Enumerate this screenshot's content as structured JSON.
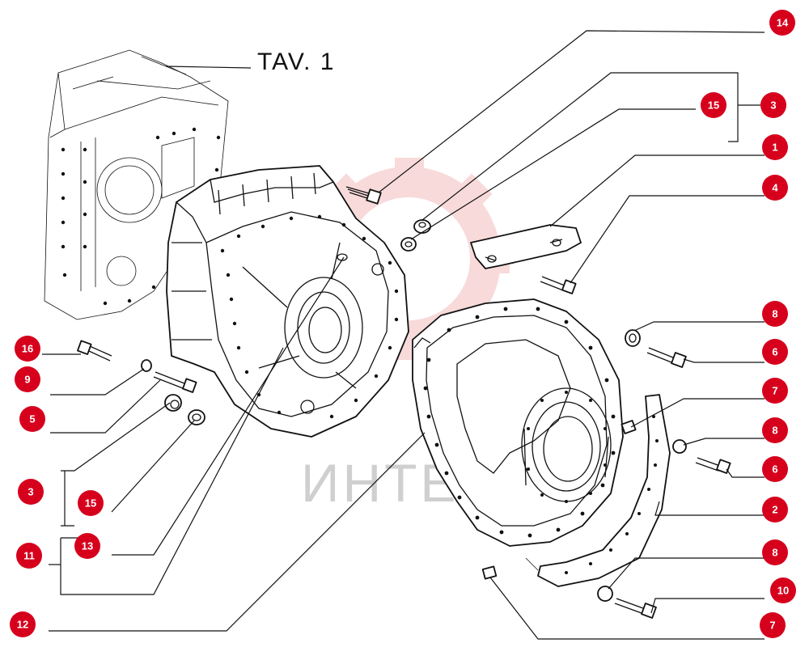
{
  "title": "TAV. 1",
  "watermark_text": "ИНТЕХ",
  "colors": {
    "callout": "#d6001c",
    "line": "#111111",
    "watermark_gear": "#f3bcbc",
    "watermark_text": "#cfcfcf"
  },
  "callouts": [
    {
      "id": "14",
      "label": "14"
    },
    {
      "id": "15a",
      "label": "15"
    },
    {
      "id": "3a",
      "label": "3"
    },
    {
      "id": "1",
      "label": "1"
    },
    {
      "id": "4",
      "label": "4"
    },
    {
      "id": "8a",
      "label": "8"
    },
    {
      "id": "6a",
      "label": "6"
    },
    {
      "id": "7a",
      "label": "7"
    },
    {
      "id": "8b",
      "label": "8"
    },
    {
      "id": "6b",
      "label": "6"
    },
    {
      "id": "2",
      "label": "2"
    },
    {
      "id": "8c",
      "label": "8"
    },
    {
      "id": "10",
      "label": "10"
    },
    {
      "id": "7b",
      "label": "7"
    },
    {
      "id": "16",
      "label": "16"
    },
    {
      "id": "9",
      "label": "9"
    },
    {
      "id": "5",
      "label": "5"
    },
    {
      "id": "3b",
      "label": "3"
    },
    {
      "id": "15b",
      "label": "15"
    },
    {
      "id": "13",
      "label": "13"
    },
    {
      "id": "11",
      "label": "11"
    },
    {
      "id": "12",
      "label": "12"
    }
  ]
}
